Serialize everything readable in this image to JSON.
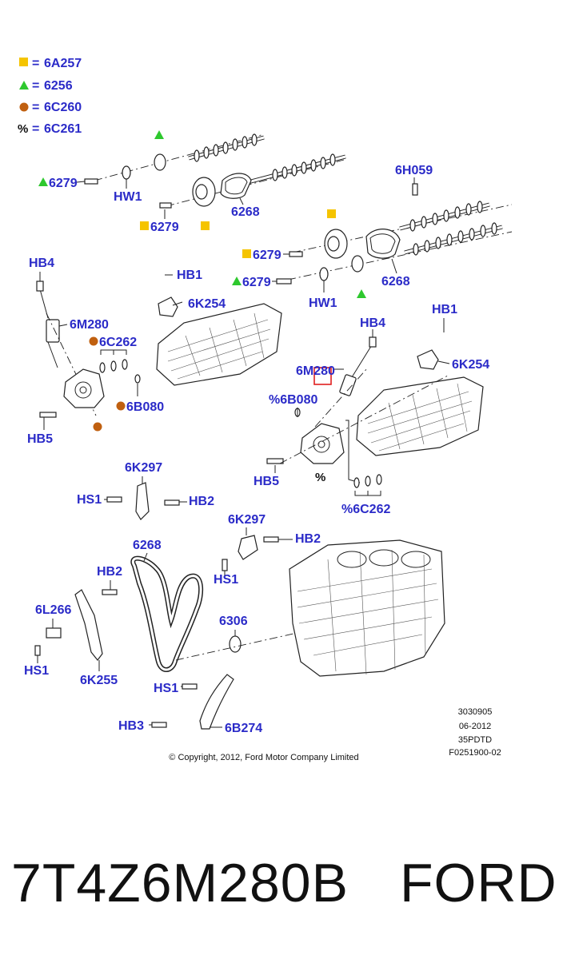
{
  "legend": [
    {
      "symbol": "square",
      "color": "#f5c400",
      "code": "6A257"
    },
    {
      "symbol": "triangle",
      "color": "#2ec82e",
      "code": "6256"
    },
    {
      "symbol": "circle",
      "color": "#c06010",
      "code": "6C260"
    },
    {
      "symbol": "percent",
      "color": "#111111",
      "code": "6C261"
    }
  ],
  "legend_eq": "=",
  "legend_pct": "%",
  "callouts": {
    "c6279_top": "6279",
    "hw1_top": "HW1",
    "c6279_mid": "6279",
    "c6268_top": "6268",
    "c6h059": "6H059",
    "c6279_r1": "6279",
    "c6279_r2": "6279",
    "hw1_right": "HW1",
    "c6268_right": "6268",
    "hb4_left": "HB4",
    "hb1_left": "HB1",
    "c6k254_left": "6K254",
    "c6m280_left": "6M280",
    "c6c262_left": "6C262",
    "c6b080_left": "6B080",
    "hb5_left": "HB5",
    "hb4_mid": "HB4",
    "hb1_right": "HB1",
    "c6k254_right": "6K254",
    "c6m280_mid": "6M280",
    "c6b080_mid": "%6B080",
    "hb5_mid": "HB5",
    "pct_mid": "%",
    "c6c262_mid": "%6C262",
    "c6k297_left": "6K297",
    "hs1_a": "HS1",
    "hb2_a": "HB2",
    "c6k297_right": "6K297",
    "hb2_b": "HB2",
    "hs1_b": "HS1",
    "c6268_chain": "6268",
    "hb2_c": "HB2",
    "c6l266": "6L266",
    "hs1_c": "HS1",
    "c6k255": "6K255",
    "c6306": "6306",
    "hs1_d": "HS1",
    "hb3": "HB3",
    "c6b274": "6B274"
  },
  "doc_info": {
    "line1": "3030905",
    "line2": "06-2012",
    "line3": "35PDTD",
    "line4": "F0251900-02"
  },
  "copyright": "© Copyright, 2012, Ford Motor Company Limited",
  "highlight_color": "#e02020",
  "part_number": "7T4Z6M280B",
  "brand": "FORD"
}
